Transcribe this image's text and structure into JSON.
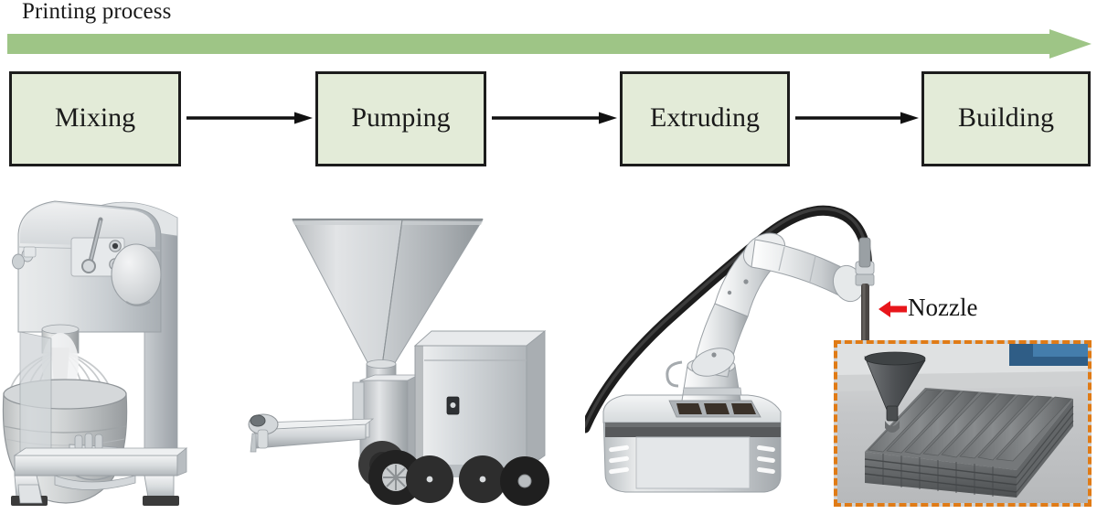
{
  "figure": {
    "title": "Printing process",
    "process_arrow": {
      "name": "printing-process-arrow",
      "direction": "left-to-right",
      "color": "#9ec586"
    },
    "stages": [
      {
        "label": "Mixing",
        "illustration": "planetary-mixer"
      },
      {
        "label": "Pumping",
        "illustration": "mortar-pump"
      },
      {
        "label": "Extruding",
        "illustration": "robotic-arm-with-nozzle"
      },
      {
        "label": "Building",
        "illustration": "printed-concrete-layers-photo"
      }
    ],
    "connectors": [
      "arrow-right",
      "arrow-right",
      "arrow-right"
    ],
    "annotations": [
      {
        "label": "Nozzle",
        "pointer": "red-left-arrow",
        "color": "#e8161b"
      }
    ],
    "photo_inset": {
      "name": "printed-concrete-sample",
      "border_style": "dashed",
      "border_color": "#e07b16",
      "caption": ""
    },
    "colors": {
      "box_fill": "#e3ebd8",
      "box_border": "#1c1c1c",
      "arrow_green": "#9ec586",
      "annotation_red": "#e8161b",
      "inset_orange": "#e07b16",
      "background": "#ffffff"
    }
  }
}
